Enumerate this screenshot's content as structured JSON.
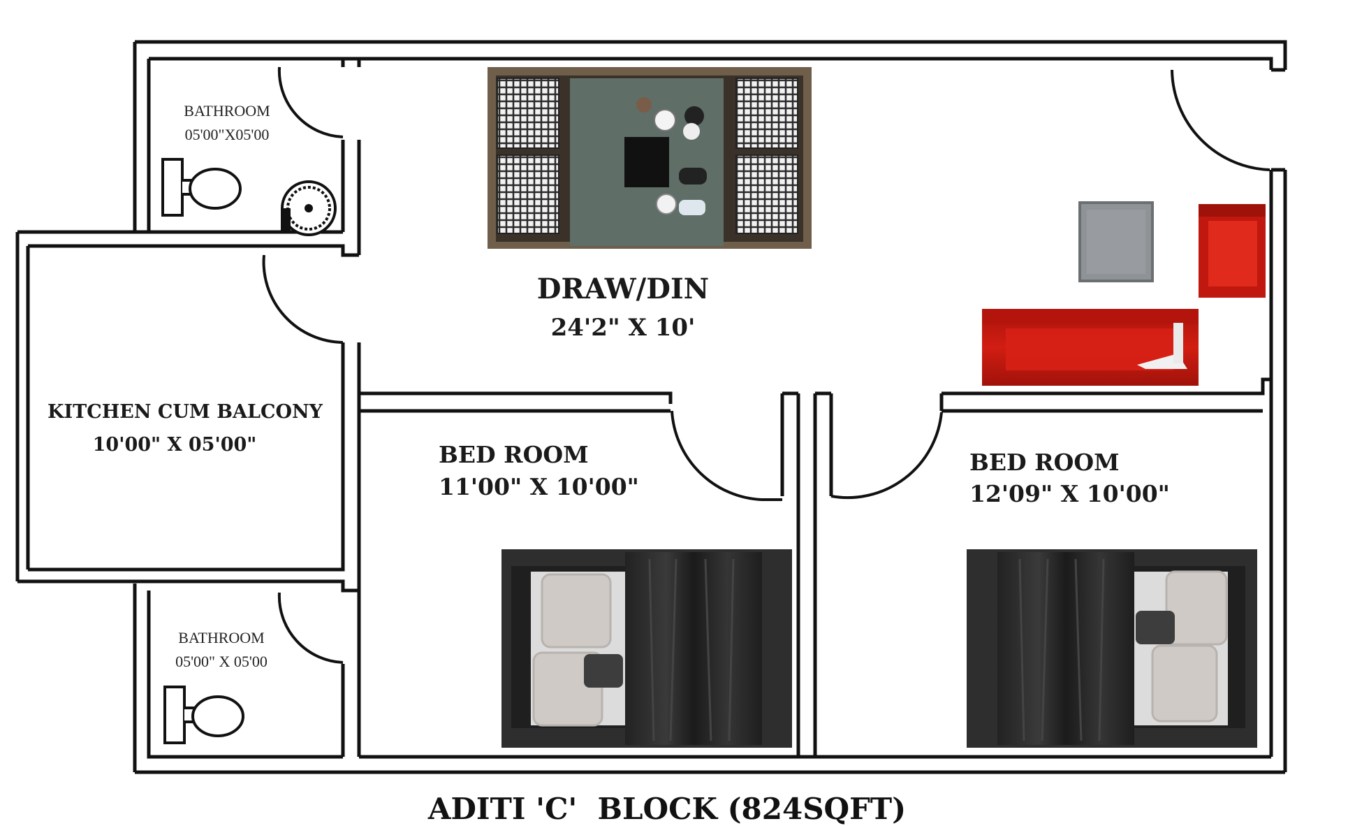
{
  "rooms": {
    "bath_top": {
      "name": "BATHROOM",
      "size": "05'00\"X05'00"
    },
    "kitchen": {
      "name": "KITCHEN CUM BALCONY",
      "size": "10'00\" X 05'00\""
    },
    "bath_bottom": {
      "name": "BATHROOM",
      "size": "05'00\" X 05'00"
    },
    "draw_din": {
      "name": "DRAW/DIN",
      "size": "24'2\" X 10'"
    },
    "bed1": {
      "name": "BED ROOM",
      "size": "11'00\" X 10'00\""
    },
    "bed2": {
      "name": "BED ROOM",
      "size": "12'09\" X 10'00\""
    }
  },
  "caption": "ADITI 'C'  BLOCK (824SQFT)",
  "colors": {
    "wall": "#111111",
    "sofa": "#c0170f",
    "table_top": "#5f6e66",
    "side_table": "#8f9396",
    "bed_frame": "#2e2e2e",
    "blanket": "#1f1f1f",
    "sheet": "#dcdcdc",
    "pillow": "#cfcac5"
  },
  "icons": [
    "toilet-icon",
    "wash-basin-icon",
    "dining-set-icon",
    "sofa-icon",
    "armchair-icon",
    "side-table-icon",
    "double-bed-icon",
    "door-swing-icon"
  ]
}
